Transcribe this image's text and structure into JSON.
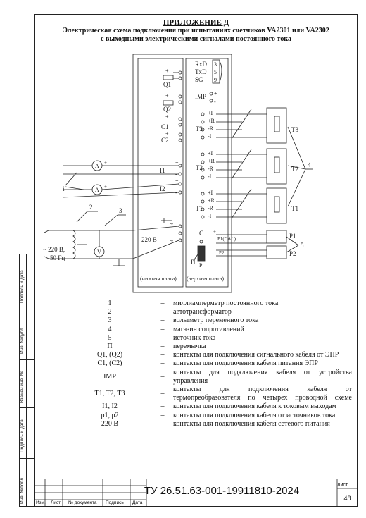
{
  "heading": {
    "appendix": "ПРИЛОЖЕНИЕ Д",
    "line1": "Электрическая схема подключения при испытаниях счетчиков VA2301 или VA2302",
    "line2": "с выходными электрическими сигналами постоянного тока"
  },
  "diagram": {
    "bottom_board": "(нижняя плата)",
    "top_board": "(верхняя плата)",
    "rs": [
      "RxD",
      "TxD",
      "SG"
    ],
    "rs_pins": [
      "3",
      "5",
      "9"
    ],
    "imp": "IMP",
    "q1": "Q1",
    "q2": "Q2",
    "c1": "C1",
    "c2": "C2",
    "i1": "I1",
    "i2": "I2",
    "v220": "220 В",
    "t1": "T1",
    "t2": "T2",
    "t3": "T3",
    "term": [
      "+I",
      "+R",
      "-R",
      "-I"
    ],
    "p1": "P1",
    "p2": "P2",
    "p1cal": "P1(CAL)",
    "p2lbl": "P2",
    "cset": "C",
    "pset": "P",
    "pi": "П",
    "callout_i": "i",
    "callout_2": "2",
    "callout_3": "3",
    "callout_4": "4",
    "callout_5": "5",
    "ammeter": "A",
    "voltmeter": "V",
    "supply1": "~ 220 В,",
    "supply2": "50 Гц",
    "plus": "+",
    "minus": "-",
    "tilde": "~"
  },
  "legend": [
    {
      "key": "1",
      "value": "миллиамперметр постоянного тока"
    },
    {
      "key": "2",
      "value": "автотрансформатор"
    },
    {
      "key": "3",
      "value": "вольтметр переменного тока"
    },
    {
      "key": "4",
      "value": "магазин сопротивлений"
    },
    {
      "key": "5",
      "value": "источник тока"
    },
    {
      "key": "П",
      "value": "перемычка"
    },
    {
      "key": "Q1, (Q2)",
      "value": "контакты для подключения сигнального кабеля от ЭПР"
    },
    {
      "key": "C1, (C2)",
      "value": "контакты для подключения кабеля питания ЭПР"
    },
    {
      "key": "IMP",
      "value": "контакты для подключения кабеля от устройства управления"
    },
    {
      "key": "T1, T2, T3",
      "value": "контакты для подключения кабеля от термопреобразователя по четырех проводной схеме"
    },
    {
      "key": "I1, I2",
      "value": "контакты для подключения кабеля к токовым выходам"
    },
    {
      "key": "p1, p2",
      "value": "контакты для подключения кабеля от источников тока"
    },
    {
      "key": "220 В",
      "value": "контакты для подключения кабеля сетевого питания"
    }
  ],
  "legend_dash": "–",
  "side": {
    "sign_date_1": "Подпись и дата",
    "inv_dubl": "Инв. №дубл.",
    "vzam_inv": "Взамен инв. №",
    "sign_date_2": "Подпись и дата",
    "inv_podl": "Инв. №подл."
  },
  "stamp": {
    "izm": "Изм.",
    "list": "Лист",
    "doc_no": "№ документа",
    "podpis": "Подпись",
    "data": "Дата",
    "code": "ТУ 26.51.63-001-19911810-2024",
    "sheet_label": "Лист",
    "sheet_number": "48"
  }
}
